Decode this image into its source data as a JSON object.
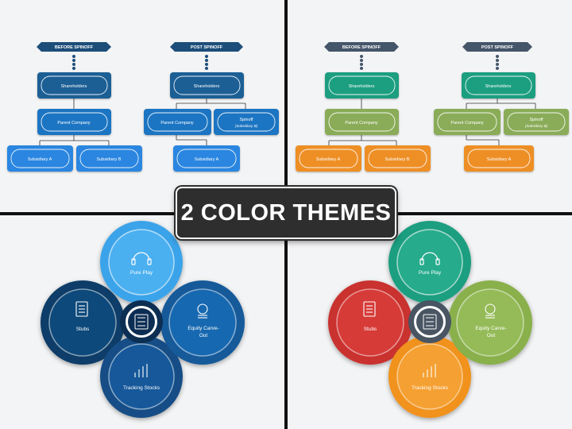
{
  "center_banner": "2 COLOR THEMES",
  "org_chart": {
    "before_title": "BEFORE SPINOFF",
    "post_title": "POST SPINOFF",
    "shareholders": "Shareholders",
    "parent_company": "Parent Company",
    "spinoff": "Spinoff",
    "spinoff_sub": "(Subsidiary B)",
    "subsidiary_a": "Subsidiary A",
    "subsidiary_b": "Subsidiary B"
  },
  "cycle": {
    "pure_play": "Pure Play",
    "stubs": "Stubs",
    "equity_carve_out_line1": "Equity  Carve-",
    "equity_carve_out_line2": "Out",
    "tracking_stocks": "Tracking Stocks"
  },
  "themes": {
    "blue": {
      "banner": "#1d4e7a",
      "top": "#1b5f95",
      "mid": "#1d74c2",
      "bottom": "#2b86e0",
      "pure_play": "#3aa3e9",
      "stubs": "#0e3e68",
      "equity": "#145a9a",
      "tracking": "#134e86",
      "hub": "#0d2f52"
    },
    "color": {
      "banner": "#45556a",
      "top": "#1f9e80",
      "mid": "#8aac58",
      "bottom": "#ee8f25",
      "pure_play": "#1f9e80",
      "stubs": "#c9302e",
      "equity": "#89b04c",
      "tracking": "#f0921f",
      "hub": "#4a5463"
    }
  }
}
